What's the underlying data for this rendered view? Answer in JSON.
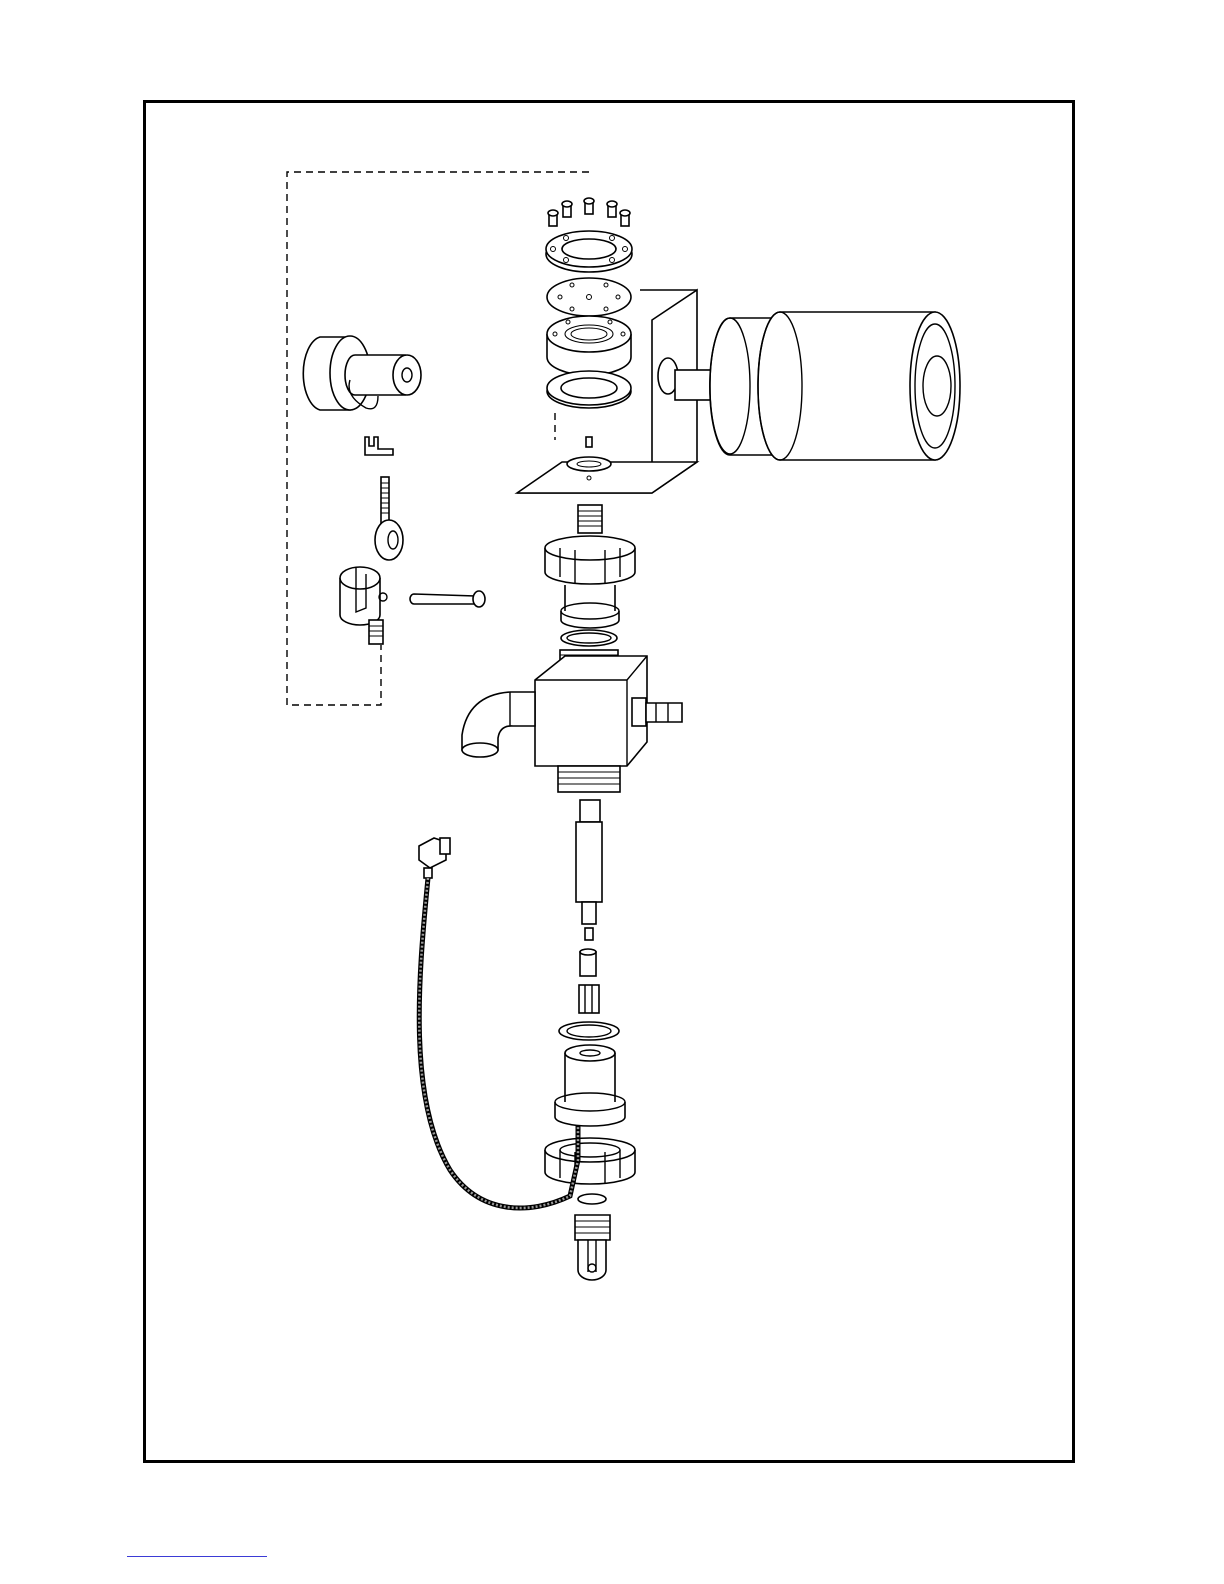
{
  "diagram": {
    "parts": [
      "mounting-screws",
      "retaining-flange",
      "diaphragm-plate",
      "diaphragm-housing",
      "diaphragm-gasket",
      "motor-bracket",
      "motor",
      "motor-coupling",
      "clip",
      "eye-bolt",
      "clevis-adapter",
      "clevis-pin",
      "upper-union-nut-fitting",
      "upper-o-ring",
      "valve-body",
      "elbow-fitting",
      "hose-barb",
      "plunger-shaft",
      "set-screw",
      "sleeve",
      "spring",
      "lower-gasket",
      "lower-cylinder",
      "lower-union-nut",
      "small-o-ring",
      "bottom-clevis",
      "sensor-cable-connector"
    ]
  }
}
